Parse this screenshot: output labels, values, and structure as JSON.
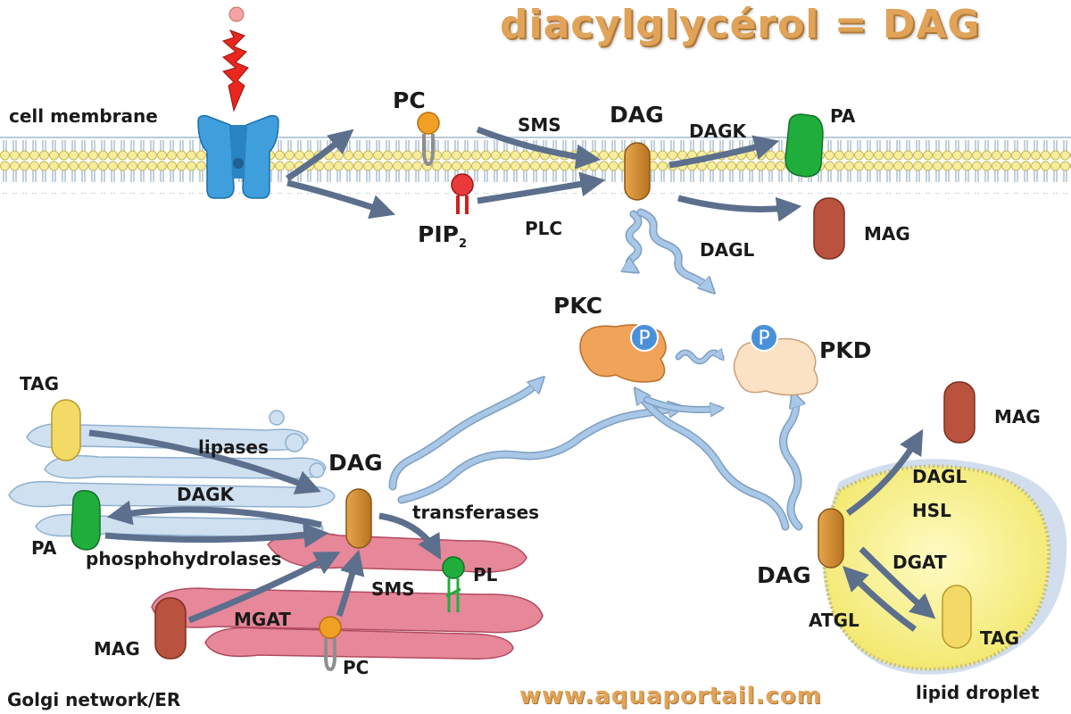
{
  "title": "diacylglycérol = DAG",
  "footer": "www.aquaportail.com",
  "labels": {
    "cell_membrane": "cell membrane",
    "pc_top": "PC",
    "pip": "PIP",
    "pip_sub": "2",
    "sms_top": "SMS",
    "plc": "PLC",
    "dag_top": "DAG",
    "dagk_top": "DAGK",
    "pa_top": "PA",
    "dagl_top": "DAGL",
    "mag_top": "MAG",
    "pkc": "PKC",
    "pkd": "PKD",
    "phospho_p": "P",
    "tag_left": "TAG",
    "lipases": "lipases",
    "dagk_left": "DAGK",
    "pa_left": "PA",
    "phosphohydrolases": "phosphohydrolases",
    "dag_left": "DAG",
    "transferases": "transferases",
    "pl": "PL",
    "sms_bottom": "SMS",
    "mgat": "MGAT",
    "mag_left": "MAG",
    "pc_bottom": "PC",
    "golgi": "Golgi network/ER",
    "mag_right": "MAG",
    "dagl_right": "DAGL",
    "hsl": "HSL",
    "dgat": "DGAT",
    "dag_right": "DAG",
    "atgl": "ATGL",
    "tag_right": "TAG",
    "lipid_droplet": "lipid droplet"
  },
  "colors": {
    "title": "#e0a358",
    "dag": "#d08a2f",
    "pa": "#1fae3c",
    "mag": "#b9523e",
    "tag": "#f3d966",
    "receptor": "#3f9fdc",
    "pkc": "#f2a35a",
    "pkd": "#fbe2c4",
    "phospho": "#4a90d9",
    "arrow": "#5c6f8c",
    "wavy_arrow": "#a9c8e8",
    "golgi_blue": "#cfe0f0",
    "er_pink": "#e6879a",
    "droplet": "#f8f29a",
    "membrane_head": "#f7ee9c"
  }
}
